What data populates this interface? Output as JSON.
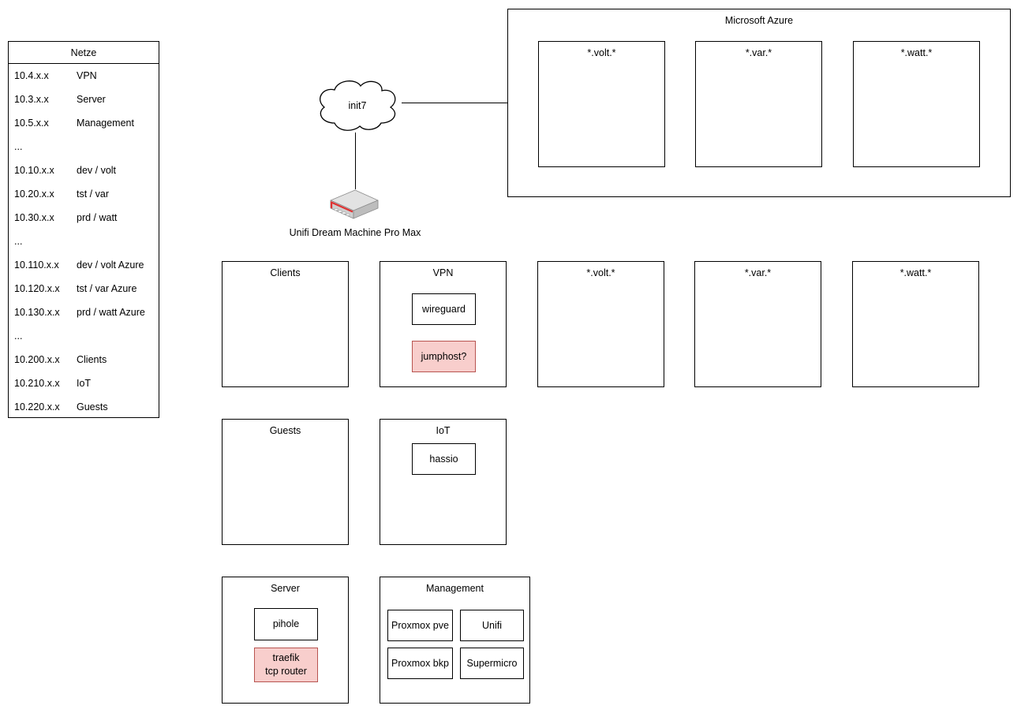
{
  "netze": {
    "title": "Netze",
    "rows": [
      {
        "ip": "10.4.x.x",
        "name": "VPN"
      },
      {
        "ip": "10.3.x.x",
        "name": "Server"
      },
      {
        "ip": "10.5.x.x",
        "name": "Management"
      },
      {
        "ip": "...",
        "name": ""
      },
      {
        "ip": "10.10.x.x",
        "name": "dev / volt"
      },
      {
        "ip": "10.20.x.x",
        "name": "tst / var"
      },
      {
        "ip": "10.30.x.x",
        "name": "prd / watt"
      },
      {
        "ip": "...",
        "name": ""
      },
      {
        "ip": "10.110.x.x",
        "name": "dev / volt Azure"
      },
      {
        "ip": "10.120.x.x",
        "name": "tst / var Azure"
      },
      {
        "ip": "10.130.x.x",
        "name": "prd / watt Azure"
      },
      {
        "ip": "...",
        "name": ""
      },
      {
        "ip": "10.200.x.x",
        "name": "Clients"
      },
      {
        "ip": "10.210.x.x",
        "name": "IoT"
      },
      {
        "ip": "10.220.x.x",
        "name": "Guests"
      }
    ]
  },
  "wan": {
    "cloud_label": "init7",
    "router_label": "Unifi Dream Machine Pro Max"
  },
  "azure": {
    "title": "Microsoft Azure",
    "boxes": [
      {
        "label": "*.volt.*"
      },
      {
        "label": "*.var.*"
      },
      {
        "label": "*.watt.*"
      }
    ]
  },
  "networks": {
    "clients": {
      "title": "Clients"
    },
    "vpn": {
      "title": "VPN",
      "wireguard": "wireguard",
      "jumphost": "jumphost?"
    },
    "volt": {
      "title": "*.volt.*"
    },
    "var": {
      "title": "*.var.*"
    },
    "watt": {
      "title": "*.watt.*"
    },
    "guests": {
      "title": "Guests"
    },
    "iot": {
      "title": "IoT",
      "hassio": "hassio"
    },
    "server": {
      "title": "Server",
      "pihole": "pihole",
      "traefik": "traefik\ntcp router"
    },
    "management": {
      "title": "Management",
      "items": [
        "Proxmox pve",
        "Unifi",
        "Proxmox bkp",
        "Supermicro"
      ]
    }
  },
  "colors": {
    "highlight_fill": "#f8cecc",
    "highlight_stroke": "#b85450",
    "line_color": "#000000"
  }
}
